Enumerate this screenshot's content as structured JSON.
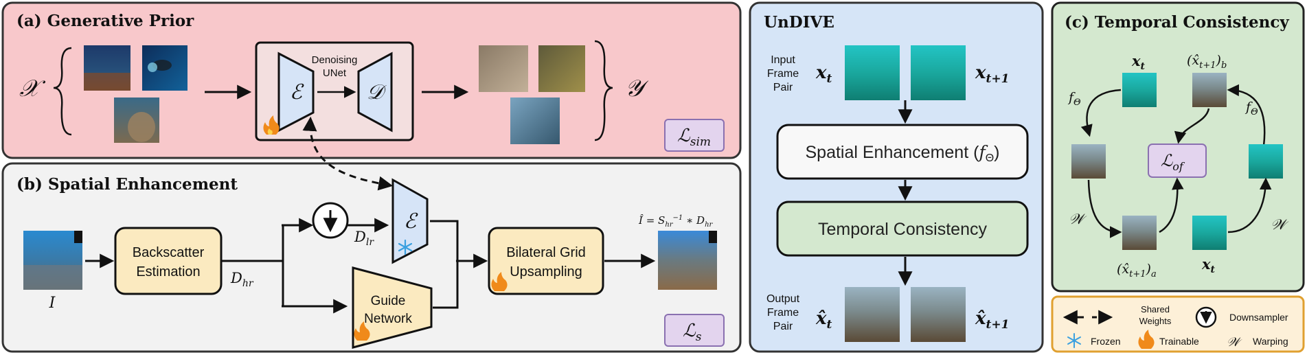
{
  "panel_a": {
    "title": "(a) Generative Prior",
    "x_symbol": "𝒳",
    "y_symbol": "𝒴",
    "unet_label_line1": "Denoising",
    "unet_label_line2": "UNet",
    "encoder_symbol": "ℰ",
    "decoder_symbol": "𝒟",
    "loss_label": "ℒ",
    "loss_sub": "sim"
  },
  "panel_b": {
    "title": "(b) Spatial Enhancement",
    "input_label": "I",
    "backscatter_line1": "Backscatter",
    "backscatter_line2": "Estimation",
    "d_hr_main": "D",
    "d_hr_sub": "hr",
    "d_lr_main": "D",
    "d_lr_sub": "lr",
    "encoder_symbol": "ℰ",
    "guide_line1": "Guide",
    "guide_line2": "Network",
    "bilateral_line1": "Bilateral Grid",
    "bilateral_line2": "Upsampling",
    "output_formula": "Î = S",
    "output_formula_sub": "hr",
    "output_formula_sup": "−1",
    "output_formula_tail": " ∗ D",
    "output_formula_tail_sub": "hr",
    "loss_label": "ℒ",
    "loss_sub": "s"
  },
  "undive": {
    "title": "UnDIVE",
    "input_line1": "Input",
    "input_line2": "Frame",
    "input_line3": "Pair",
    "x_t": "x",
    "x_t_sub": "t",
    "x_t1": "x",
    "x_t1_sub": "t+1",
    "spatial_label": "Spatial Enhancement (",
    "spatial_f": "f",
    "spatial_f_sub": "Θ",
    "spatial_close": ")",
    "temporal_label": "Temporal Consistency",
    "output_line1": "Output",
    "output_line2": "Frame",
    "output_line3": "Pair",
    "xhat_t": "x̂",
    "xhat_t_sub": "t",
    "xhat_t1": "x̂",
    "xhat_t1_sub": "t+1"
  },
  "panel_c": {
    "title": "(c) Temporal Consistency",
    "x_t_top": "x",
    "x_t_top_sub": "t",
    "xb_label": "(x̂",
    "xb_label_sub": "t+1",
    "xb_label_close": ")",
    "xb_label_sub2": "b",
    "f_left": "f",
    "f_left_sub": "Θ",
    "f_right": "f",
    "f_right_sub": "Θ",
    "loss_label": "ℒ",
    "loss_sub": "of",
    "w_left": "𝒲",
    "w_right": "𝒲",
    "xa_label": "(x̂",
    "xa_label_sub": "t+1",
    "xa_label_close": ")",
    "xa_label_sub2": "a",
    "x_t_bottom": "x",
    "x_t_bottom_sub": "t"
  },
  "legend": {
    "shared_line1": "Shared",
    "shared_line2": "Weights",
    "downsampler": "Downsampler",
    "frozen": "Frozen",
    "trainable": "Trainable",
    "warping_symbol": "𝒲",
    "warping": "Warping"
  },
  "colors": {
    "panel_a_bg": "#f8c8cb",
    "panel_b_bg": "#f2f2f2",
    "undive_bg": "#d6e5f7",
    "panel_c_bg": "#d4e8cf",
    "legend_border": "#e0a030",
    "legend_bg": "#fdf0d8",
    "block_yellow": "#fbeac0",
    "block_blue": "#d6e4f7",
    "block_purple": "#e3d4ee",
    "block_green": "#d4e8cf"
  }
}
